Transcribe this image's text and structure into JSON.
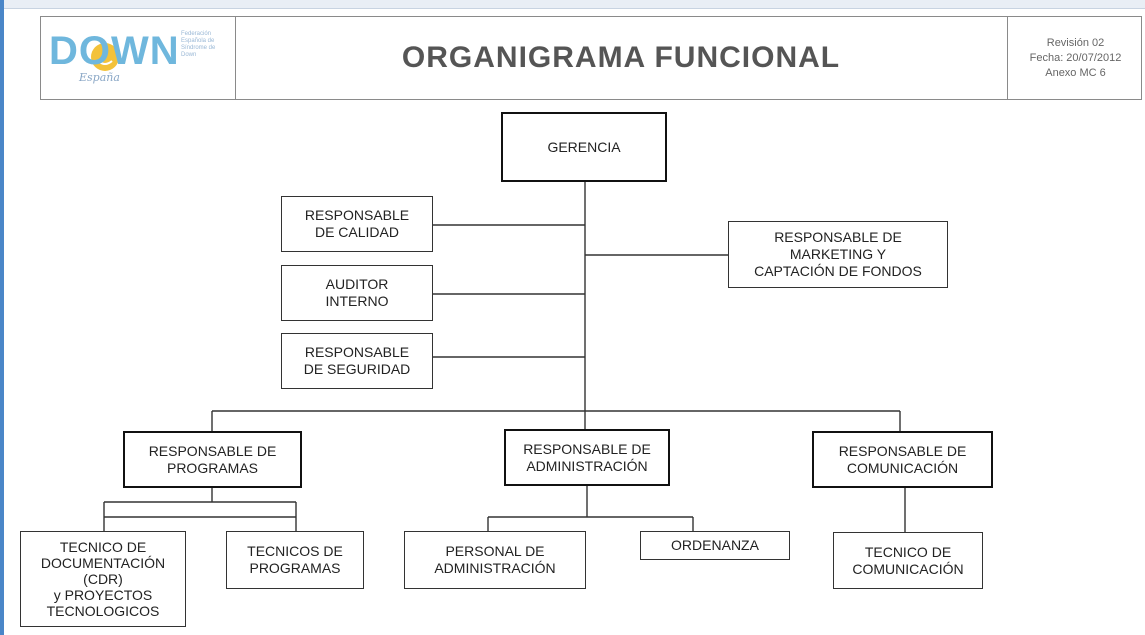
{
  "header": {
    "logo": {
      "word": "DOWN",
      "country": "España",
      "federation": "Federación Española de Síndrome de Down"
    },
    "title": "ORGANIGRAMA FUNCIONAL",
    "revision": "Revisión 02",
    "date": "Fecha: 20/07/2012",
    "annex": "Anexo MC 6"
  },
  "chart": {
    "gerencia": "GERENCIA",
    "calidad": "RESPONSABLE\nDE CALIDAD",
    "auditor": "AUDITOR\nINTERNO",
    "seguridad": "RESPONSABLE\nDE SEGURIDAD",
    "marketing": "RESPONSABLE DE\nMARKETING Y\nCAPTACIÓN DE FONDOS",
    "programas": "RESPONSABLE DE\nPROGRAMAS",
    "administracion": "RESPONSABLE DE\nADMINISTRACIÓN",
    "comunicacion": "RESPONSABLE DE\nCOMUNICACIÓN",
    "tecnico_documentacion": "TECNICO DE\nDOCUMENTACIÓN\n(CDR)\ny PROYECTOS\nTECNOLOGICOS",
    "tecnicos_programas": "TECNICOS DE\nPROGRAMAS",
    "personal_administracion": "PERSONAL DE\nADMINISTRACIÓN",
    "ordenanza": "ORDENANZA",
    "tecnico_comunicacion": "TECNICO DE\nCOMUNICACIÓN"
  }
}
